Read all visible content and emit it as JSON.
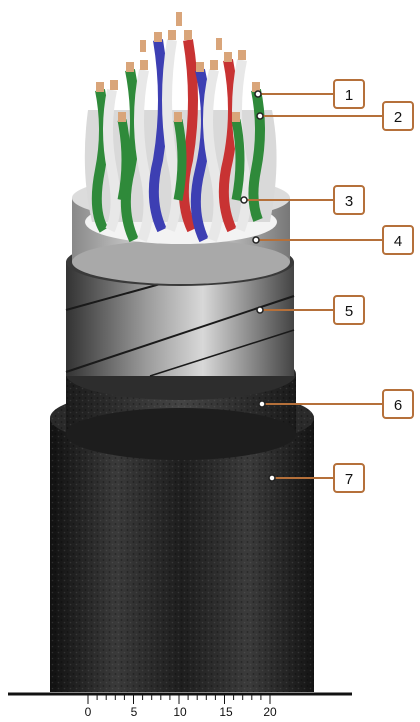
{
  "diagram": {
    "callouts": [
      {
        "label": "1"
      },
      {
        "label": "2"
      },
      {
        "label": "3"
      },
      {
        "label": "4"
      },
      {
        "label": "5"
      },
      {
        "label": "6"
      },
      {
        "label": "7"
      }
    ],
    "scale": {
      "tick_labels": [
        "0",
        "5",
        "10",
        "15",
        "20"
      ]
    }
  },
  "colors": {
    "callout_border": "#b5703a",
    "leader_line": "#b5703a",
    "sheath": "#2a2a2a",
    "shield_foil": "#cfcfcf",
    "conductor_blue": "#3d3fb3",
    "conductor_red": "#c83333",
    "conductor_green": "#2f8a3a",
    "conductor_white": "#e6e6e6",
    "copper": "#d9a57a"
  }
}
